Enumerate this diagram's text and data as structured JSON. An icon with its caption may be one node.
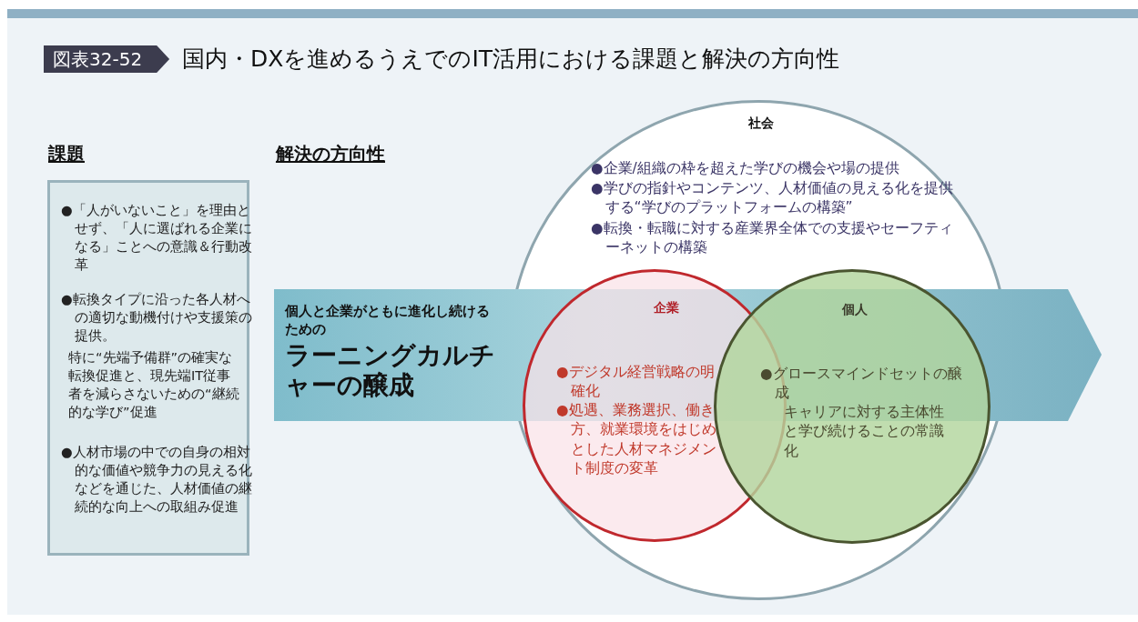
{
  "diagram": {
    "title": "国内・DXを進めるうえでのIT活用における課題と解決の方向性",
    "nodes": [
      {
        "text": [
          "●「人がいないこと」を理由とせず、「人に選ばれる企業になる」ことへの意識＆行動改革",
          "●転換タイプに沿った各人材への適切な動機付けや支援策の提供。",
          "特に“先端予備群”の確実な転換促進と、現先端IT従事者を減らさないための“継続的な学び”促進",
          "●人材市場の中での自身の相対的な価値や競争力の見える化などを通じた、人材価値の継続的な向上への取組み促進"
        ]
      },
      {
        "text": [
          "個人と企業がともに進化し続けるための",
          "ラーニングカルチャーの醸成"
        ]
      },
      {
        "text": [
          "社会",
          "●企業/組織の枠を超えた学びの機会や場の提供",
          "●学びの指針やコンテンツ、人材価値の見える化を提供する“学びのプラットフォームの構築”",
          "●転換・転職に対する産業界全体での支援やセーフティーネットの構築"
        ]
      },
      {
        "text": [
          "企業",
          "●デジタル経営戦略の明確化",
          "●処遇、業務選択、働き方、就業環境をはじめとした人材マネジメント制度の変革"
        ],
        "in": 2
      },
      {
        "text": [
          "個人",
          "●グロースマインドセットの醸成",
          "キャリアに対する主体性と学び続けることの常識化"
        ],
        "in": 2
      }
    ],
    "labels": [
      "図表32-52",
      "課題",
      "解決の方向性"
    ]
  }
}
